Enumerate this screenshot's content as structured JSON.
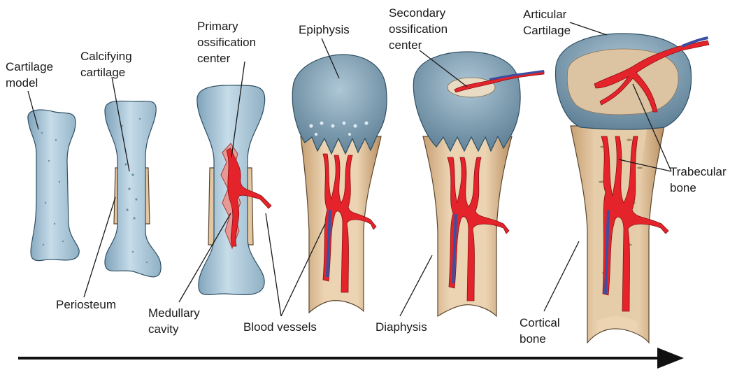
{
  "labels": {
    "cartilage_model": [
      "Cartilage",
      "model"
    ],
    "calcifying_cartilage": [
      "Calcifying",
      "cartilage"
    ],
    "primary_ossification_center": [
      "Primary",
      "ossification",
      "center"
    ],
    "epiphysis": [
      "Epiphysis"
    ],
    "secondary_ossification_center": [
      "Secondary",
      "ossification",
      "center"
    ],
    "articular_cartilage": [
      "Articular",
      "Cartilage"
    ],
    "trabecular_bone": [
      "Trabecular",
      "bone"
    ],
    "periosteum": [
      "Periosteum"
    ],
    "medullary_cavity": [
      "Medullary",
      "cavity"
    ],
    "blood_vessels": [
      "Blood vessels"
    ],
    "diaphysis": [
      "Diaphysis"
    ],
    "cortical_bone": [
      "Cortical",
      "bone"
    ]
  },
  "colors": {
    "cartilage": "#b9d3e3",
    "bone": "#e4c7a0",
    "artery": "#e4232a",
    "vein": "#3a4fa2",
    "arrow": "#111111"
  }
}
